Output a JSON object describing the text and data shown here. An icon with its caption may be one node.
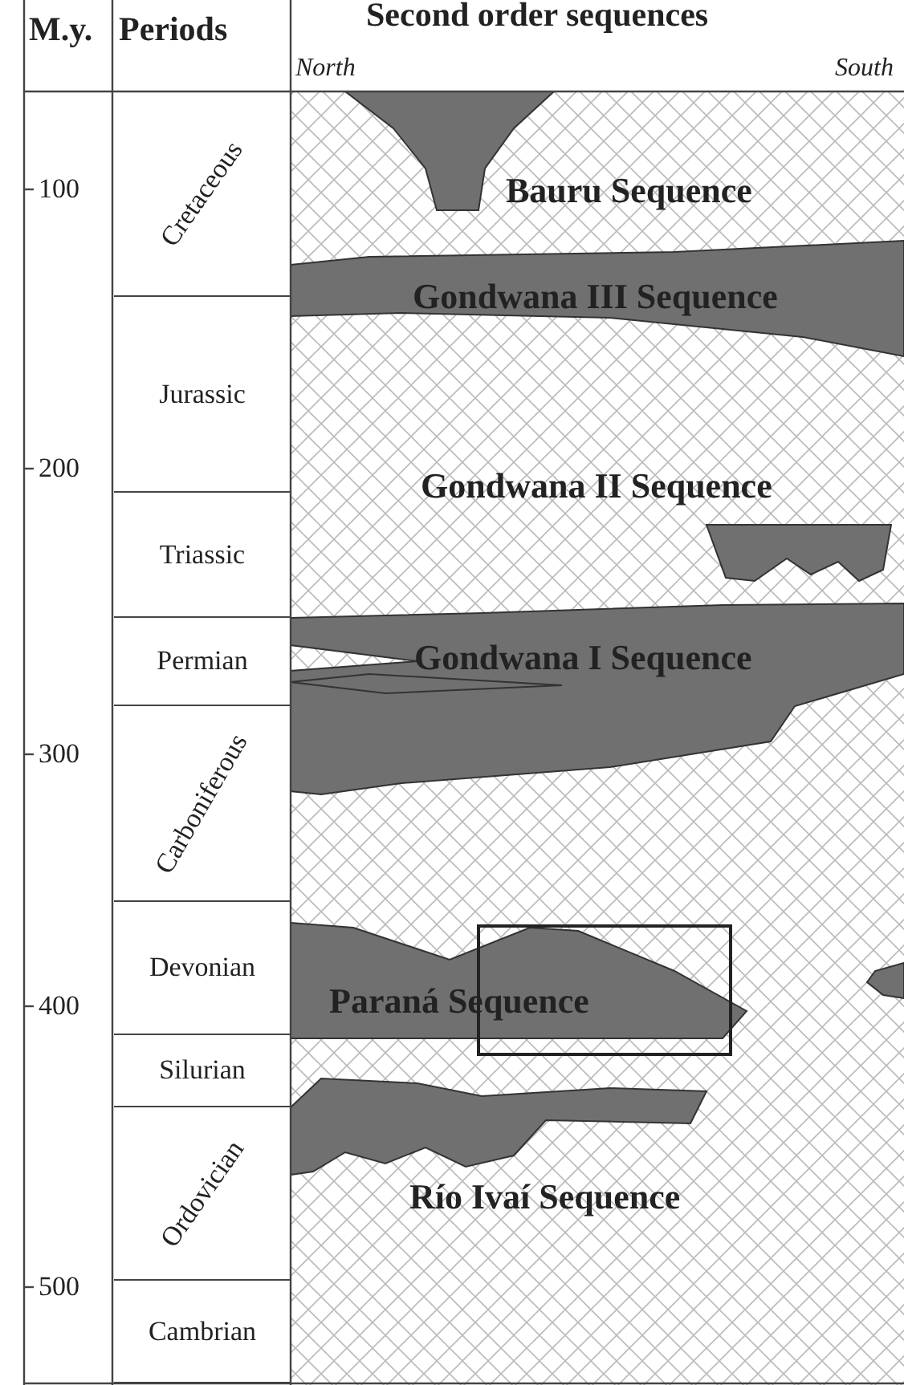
{
  "diagram": {
    "nodes": [
      {
        "text": [
          "Cretaceous"
        ]
      },
      {
        "text": [
          "Jurassic"
        ]
      },
      {
        "text": [
          "Triassic"
        ]
      },
      {
        "text": [
          "Permian"
        ]
      },
      {
        "text": [
          "Carboniferous"
        ]
      },
      {
        "text": [
          "Devonian"
        ]
      },
      {
        "text": [
          "Silurian"
        ]
      },
      {
        "text": [
          "Ordovician"
        ]
      },
      {
        "text": [
          "Cambrian"
        ]
      }
    ],
    "edges": [],
    "labels": [
      "M.y.",
      "Periods",
      "Second order sequences",
      "North",
      "South",
      "100",
      "200",
      "300",
      "400",
      "500",
      "Bauru Sequence",
      "Gondwana III Sequence",
      "Gondwana II Sequence",
      "Gondwana I Sequence",
      "Paraná Sequence",
      "Río Ivaí Sequence"
    ]
  }
}
